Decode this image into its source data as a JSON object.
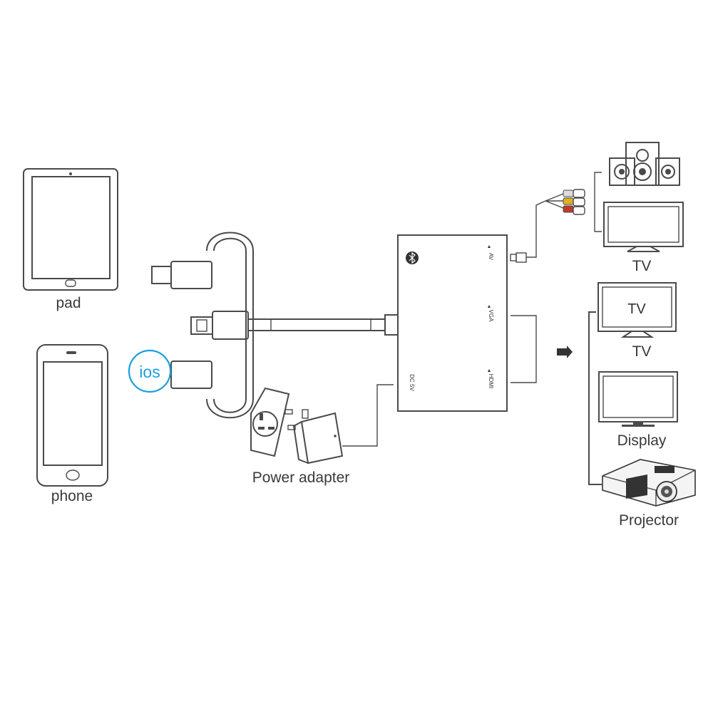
{
  "devices": {
    "pad_label": "pad",
    "phone_label": "phone",
    "ios_badge": "ios"
  },
  "adapter": {
    "ports": {
      "av": "AV",
      "vga": "VGA",
      "hdmi": "HDMI",
      "dc": "DC 5V"
    }
  },
  "outputs": {
    "tv_top_label": "TV",
    "tv_mid_screen_text": "TV",
    "tv_mid_label": "TV",
    "display_label": "Display",
    "projector_label": "Projector"
  },
  "power": {
    "label": "Power adapter"
  },
  "colors": {
    "line": "#4a4a4a",
    "ios_accent": "#1a9fe0",
    "rca_red": "#c0392b",
    "rca_yellow": "#e0b020",
    "rca_white": "#dddddd"
  }
}
